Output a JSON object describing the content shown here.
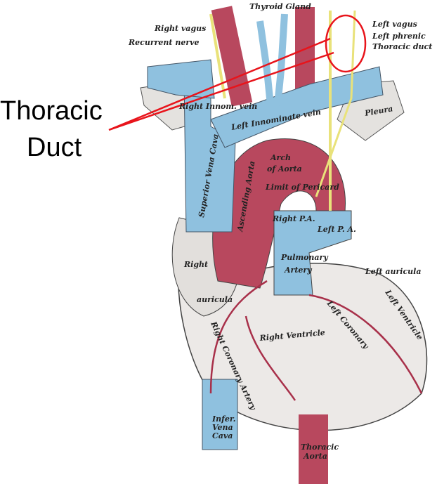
{
  "callout": {
    "line1": "Thoracic",
    "line2": "Duct",
    "color": "#e8141b"
  },
  "labels": {
    "thyroid_gland": "Thyroid Gland",
    "right_vagus": "Right vagus",
    "recurrent_nerve": "Recurrent nerve",
    "left_vagus": "Left vagus",
    "left_phrenic": "Left phrenic",
    "thoracic_duct": "Thoracic duct",
    "right_innom_vein": "Right Innom. vein",
    "left_innominate_vein": "Left Innominate vein",
    "superior_vena_cava": "Superior Vena Cava",
    "arch_of_aorta_1": "Arch",
    "arch_of_aorta_2": "of Aorta",
    "limit_of_pericard": "Limit of Pericard",
    "ascending_aorta": "Ascending Aorta",
    "pleura_left": "Pleura",
    "right_pulm": "Right P.A.",
    "left_pa": "Left P. A.",
    "pulmonary_1": "Pulmonary",
    "pulmonary_2": "Artery",
    "left_auricula": "Left auricula",
    "right_auricula_1": "Right",
    "right_auricula_2": "auricula",
    "right_ventricle": "Right Ventricle",
    "right_coronary": "Right Coronary Artery",
    "left_coronary": "Left Coronary",
    "left_ventricle": "Left Ventricle",
    "inferior_vena_cava_1": "Infer.",
    "inferior_vena_cava_2": "Vena",
    "inferior_vena_cava_3": "Cava",
    "thoracic_aorta_1": "Thoracic",
    "thoracic_aorta_2": "Aorta"
  },
  "colors": {
    "vein": "#8fc1df",
    "artery": "#b8485e",
    "nerve": "#e9e27a",
    "tissue": "#e6e3e0"
  }
}
